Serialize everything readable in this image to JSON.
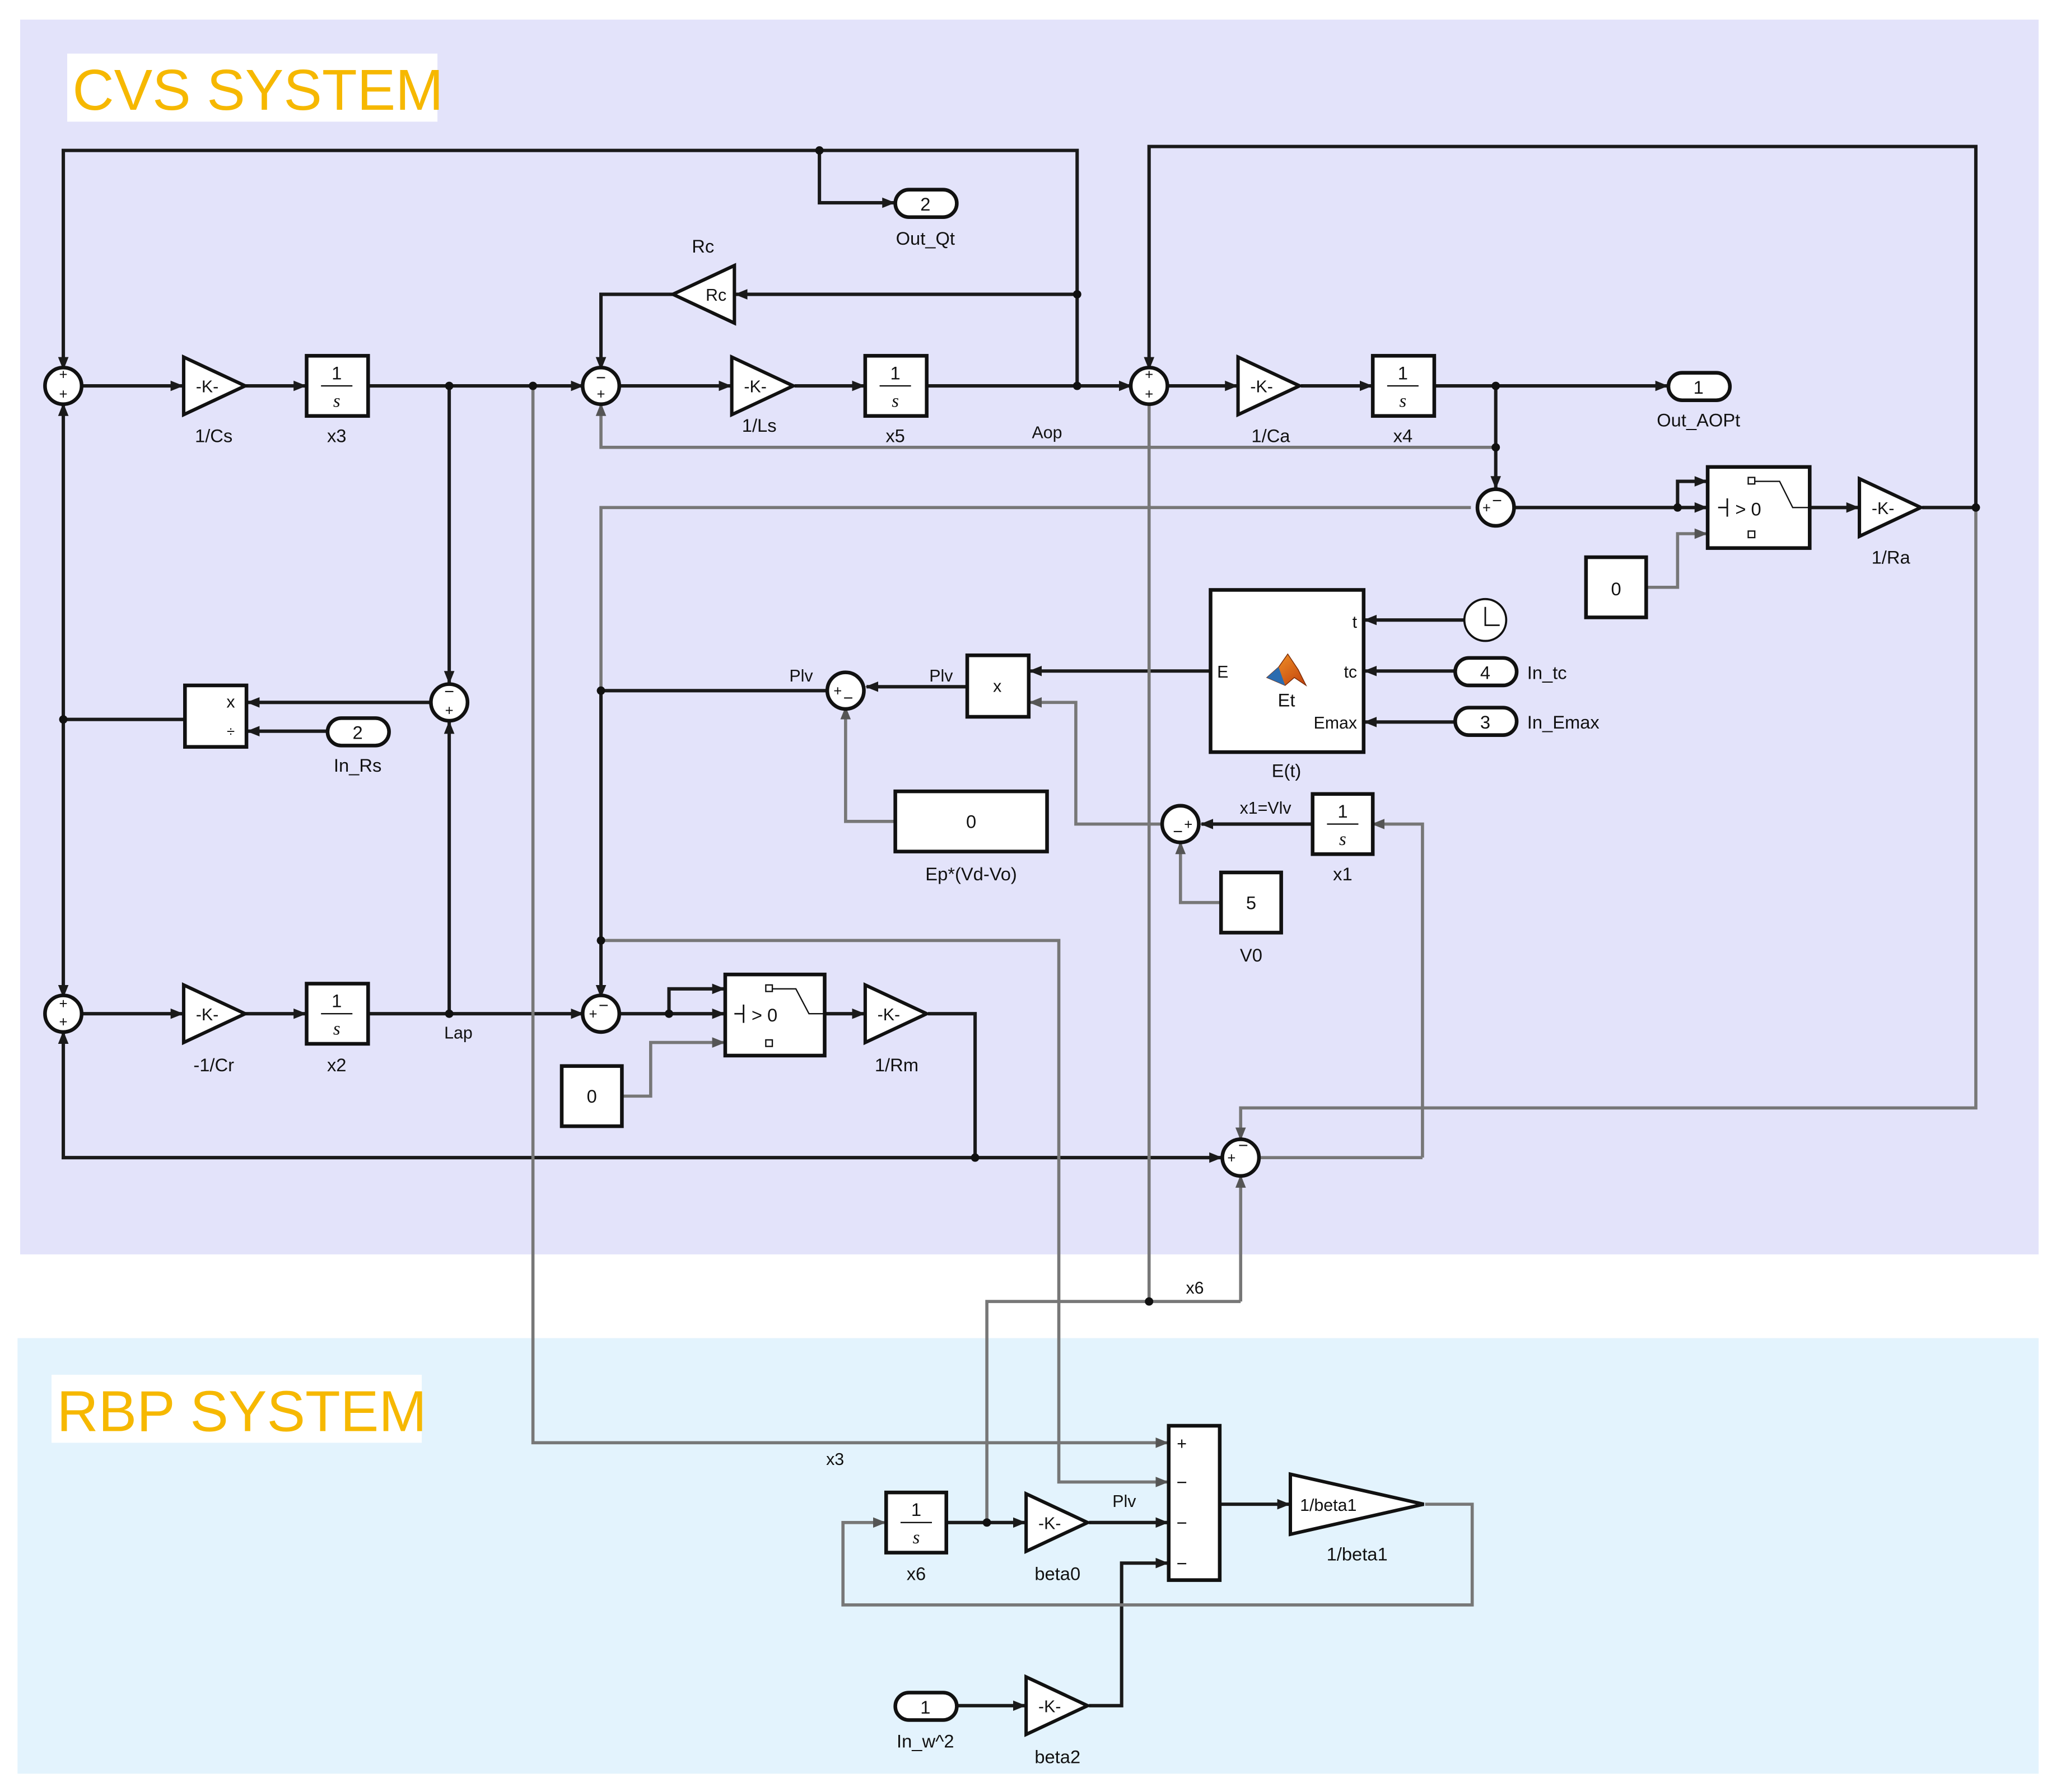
{
  "sections": {
    "cvs": {
      "title": "CVS SYSTEM",
      "bg": "#e3e3fa"
    },
    "rbp": {
      "title": "RBP SYSTEM",
      "bg": "#e3f3fd"
    }
  },
  "gains": {
    "cs": {
      "text": "-K-",
      "label": "1/Cs"
    },
    "ls": {
      "text": "-K-",
      "label": "1/Ls"
    },
    "ca": {
      "text": "-K-",
      "label": "1/Ca"
    },
    "cr": {
      "text": "-K-",
      "label": "-1/Cr"
    },
    "rm": {
      "text": "-K-",
      "label": "1/Rm"
    },
    "ra": {
      "text": "-K-",
      "label": "1/Ra"
    },
    "rc": {
      "text": "Rc",
      "label": "Rc"
    },
    "beta0": {
      "text": "-K-",
      "label": "beta0"
    },
    "beta2": {
      "text": "-K-",
      "label": "beta2"
    },
    "beta1": {
      "text": "1/beta1",
      "label": "1/beta1"
    }
  },
  "integrators": {
    "num": "1",
    "den": "s",
    "x3": "x3",
    "x5": "x5",
    "x4": "x4",
    "x2": "x2",
    "x1": "x1",
    "x6": "x6"
  },
  "ports": {
    "out_qt": {
      "num": "2",
      "label": "Out_Qt"
    },
    "out_aopt": {
      "num": "1",
      "label": "Out_AOPt"
    },
    "in_rs": {
      "num": "2",
      "label": "In_Rs"
    },
    "in_tc": {
      "num": "4",
      "label": "In_tc"
    },
    "in_emax": {
      "num": "3",
      "label": "In_Emax"
    },
    "in_w2": {
      "num": "1",
      "label": "In_w^2"
    }
  },
  "constants": {
    "zero_ra": "0",
    "zero_rm": "0",
    "ep": {
      "value": "0",
      "label": "Ep*(Vd-Vo)"
    },
    "v0": {
      "value": "5",
      "label": "V0"
    }
  },
  "switch": {
    "text": "> 0"
  },
  "product": {
    "mul": "x",
    "div": "÷"
  },
  "mult": "x",
  "et_block": {
    "name": "Et",
    "label": "E(t)",
    "port_t": "t",
    "port_tc": "tc",
    "port_emax": "Emax",
    "port_e": "E"
  },
  "signals": {
    "aop": "Aop",
    "lap": "Lap",
    "plv_left": "Plv",
    "plv_right": "Plv",
    "x1vlv": "x1=Vlv",
    "x6": "x6",
    "x3": "x3",
    "plv_rbp": "Plv"
  },
  "sum_signs": {
    "plus": "+",
    "minus": "−"
  }
}
